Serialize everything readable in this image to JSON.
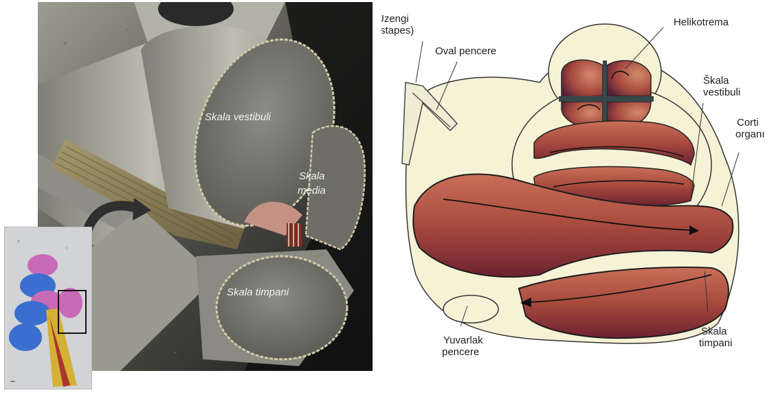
{
  "left_figure": {
    "labels": {
      "scala_vestibuli": "Skala vestibuli",
      "scala_media_line1": "Skala",
      "scala_media_line2": "media",
      "scala_tympani": "Skala timpani"
    }
  },
  "right_figure": {
    "labels": {
      "stapes_line1": "Üzengi",
      "stapes_line2": "(stapes)",
      "oval_window": "Oval pencere",
      "helicotrema": "Helikotrema",
      "scala_vestibuli_line1": "Škala",
      "scala_vestibuli_line2": "vestibuli",
      "corti_line1": "Corti",
      "corti_line2": "organı",
      "round_window_line1": "Yuvarlak",
      "round_window_line2": "pencere",
      "scala_tympani_line1": "Skala",
      "scala_tympani_line2": "timpani"
    }
  },
  "colors": {
    "tissue": "#b45a48",
    "tissue_dark": "#6a2228",
    "bone": "#f5f1d6",
    "outline": "#2c2c2c",
    "tube": "#a8a89f"
  }
}
